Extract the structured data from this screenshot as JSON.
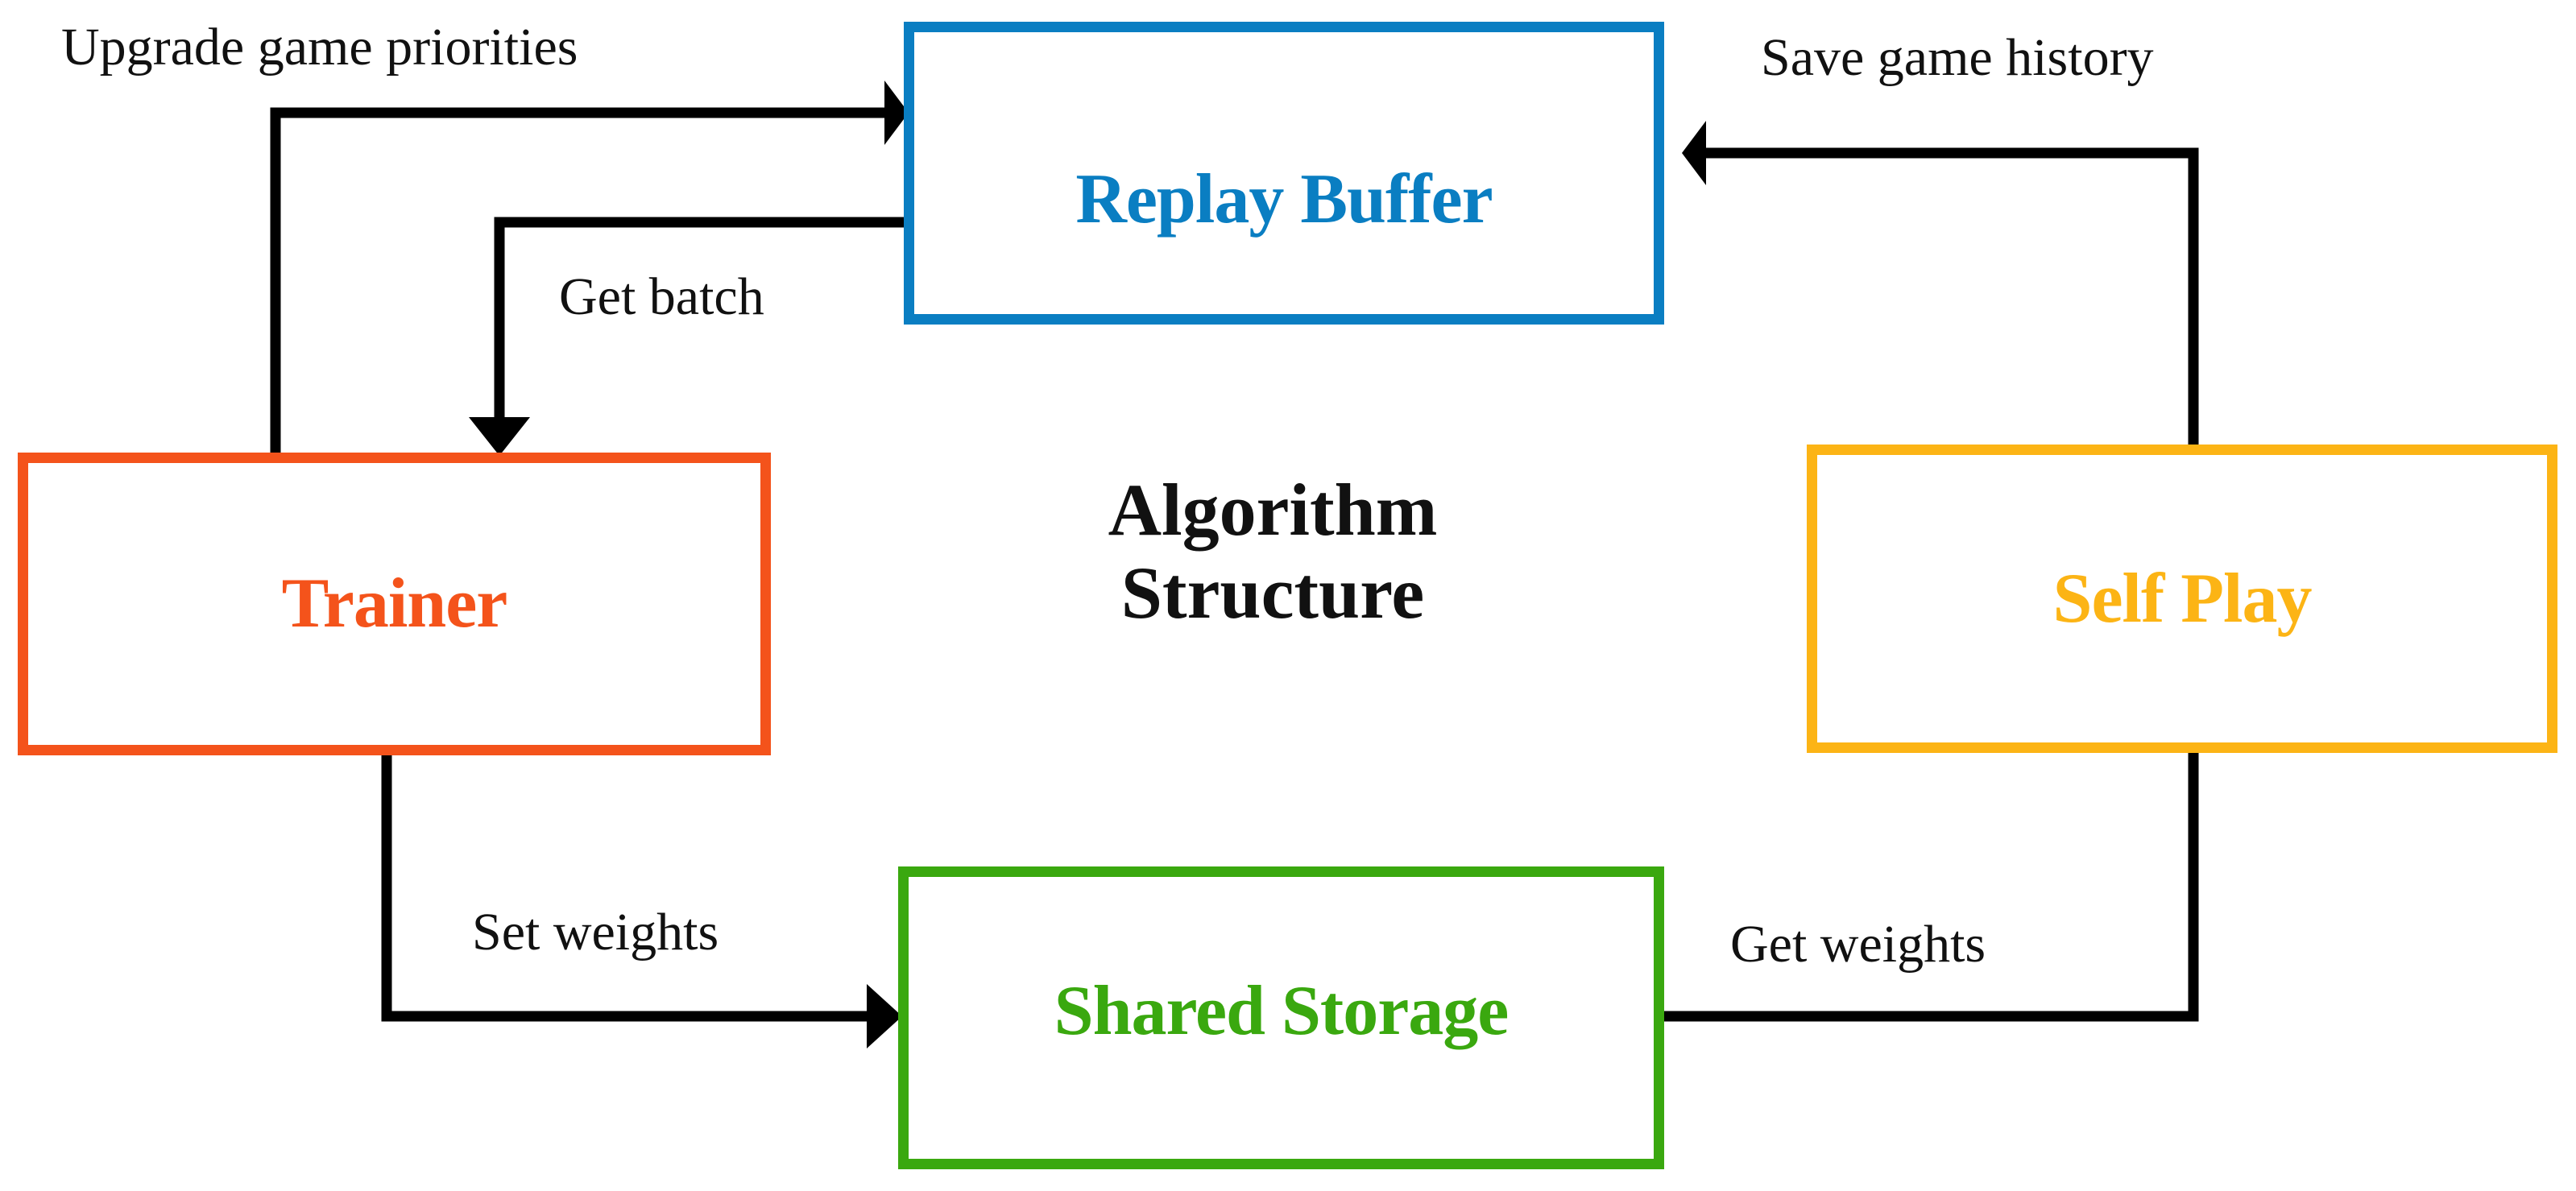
{
  "diagram": {
    "title_lines": [
      "Algorithm",
      "Structure"
    ],
    "background": "#ffffff",
    "nodes": [
      {
        "id": "replay-buffer",
        "label": "Replay Buffer",
        "color": "#0a7ec2"
      },
      {
        "id": "trainer",
        "label": "Trainer",
        "color": "#f4531b"
      },
      {
        "id": "self-play",
        "label": "Self Play",
        "color": "#fcb415"
      },
      {
        "id": "shared-storage",
        "label": "Shared Storage",
        "color": "#3aa80f"
      }
    ],
    "edges": [
      {
        "id": "upgrade-game-priorities",
        "label": "Upgrade game priorities",
        "from": "trainer",
        "to": "replay-buffer",
        "arrowhead": "right",
        "color": "#000000"
      },
      {
        "id": "get-batch",
        "label": "Get batch",
        "from": "replay-buffer",
        "to": "trainer",
        "arrowhead": "down",
        "color": "#000000"
      },
      {
        "id": "save-game-history",
        "label": "Save game history",
        "from": "self-play",
        "to": "replay-buffer",
        "arrowhead": "left",
        "color": "#000000"
      },
      {
        "id": "set-weights",
        "label": "Set weights",
        "from": "trainer",
        "to": "shared-storage",
        "arrowhead": "right",
        "color": "#000000"
      },
      {
        "id": "get-weights",
        "label": "Get weights",
        "from": "shared-storage",
        "to": "self-play",
        "arrowhead": "none",
        "color": "#000000"
      }
    ]
  }
}
